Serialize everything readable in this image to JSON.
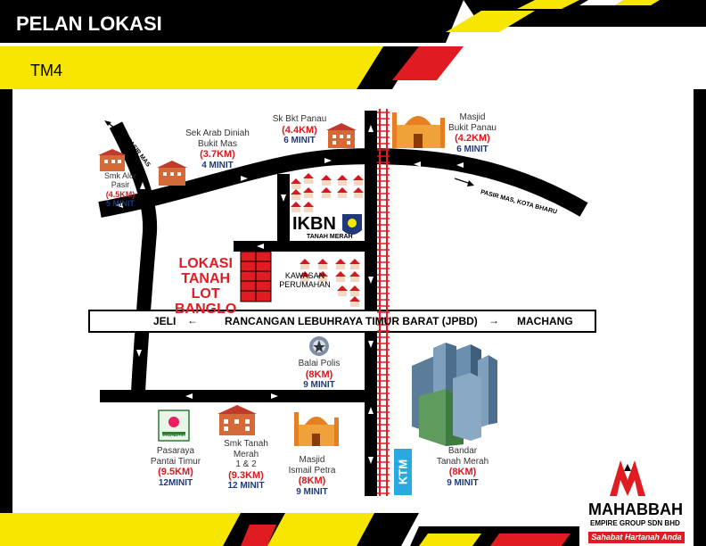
{
  "header": {
    "title": "PELAN LOKASI",
    "subtitle": "TM4"
  },
  "site": {
    "lines": [
      "LOKASI",
      "TANAH",
      "LOT",
      "BANGLO"
    ]
  },
  "ikbn": {
    "name": "IKBN",
    "sub": "TANAH MERAH"
  },
  "roads": {
    "pasir_mas_nw": "PASIR MAS",
    "pasir_mas_east": "PASIR MAS, KOTA BHARU",
    "jeli": "JELI",
    "highway": "RANCANGAN LEBUHRAYA TIMUR BARAT (JPBD)",
    "machang": "MACHANG",
    "arrow_left": "←",
    "arrow_right": "→"
  },
  "places": {
    "sek_arab": {
      "name1": "Sek Arab Diniah",
      "name2": "Bukit Mas",
      "distance": "(3.7KM)",
      "time": "4 MINIT"
    },
    "smk_alor": {
      "name1": "Smk Alor",
      "name2": "Pasir",
      "distance": "(4.5KM)",
      "time": "5 MINIT"
    },
    "sk_bkt": {
      "name1": "Sk Bkt Panau",
      "distance": "(4.4KM)",
      "time": "6 MINIT"
    },
    "masjid_bukit": {
      "name1": "Masjid",
      "name2": "Bukit Panau",
      "distance": "(4.2KM)",
      "time": "6 MINIT"
    },
    "kawasan": {
      "name1": "KAWASAN",
      "name2": "PERUMAHAN"
    },
    "balai": {
      "name1": "Balai Polis",
      "distance": "(8KM)",
      "time": "9 MINIT"
    },
    "pasaraya": {
      "name1": "Pasaraya",
      "name2": "Pantai Timur",
      "distance": "(9.5KM)",
      "time": "12MINIT",
      "sign": "PANTAI TIMUR"
    },
    "smk_tanah": {
      "name1": "Smk Tanah",
      "name2": "Merah",
      "name3": "1 & 2",
      "distance": "(9.3KM)",
      "time": "12 MINIT"
    },
    "masjid_ismail": {
      "name1": "Masjid",
      "name2": "Ismail Petra",
      "distance": "(8KM)",
      "time": "9 MINIT"
    },
    "bandar": {
      "name1": "Bandar",
      "name2": "Tanah Merah",
      "distance": "(8KM)",
      "time": "9 MINIT"
    }
  },
  "ktm": "KTM",
  "logo": {
    "name": "MAHABBAH",
    "company": "EMPIRE GROUP SDN BHD",
    "tagline": "Sahabat Hartanah Anda"
  },
  "colors": {
    "yellow": "#f6e600",
    "red": "#e11b22",
    "black": "#000000",
    "blue": "#29a9e0"
  }
}
